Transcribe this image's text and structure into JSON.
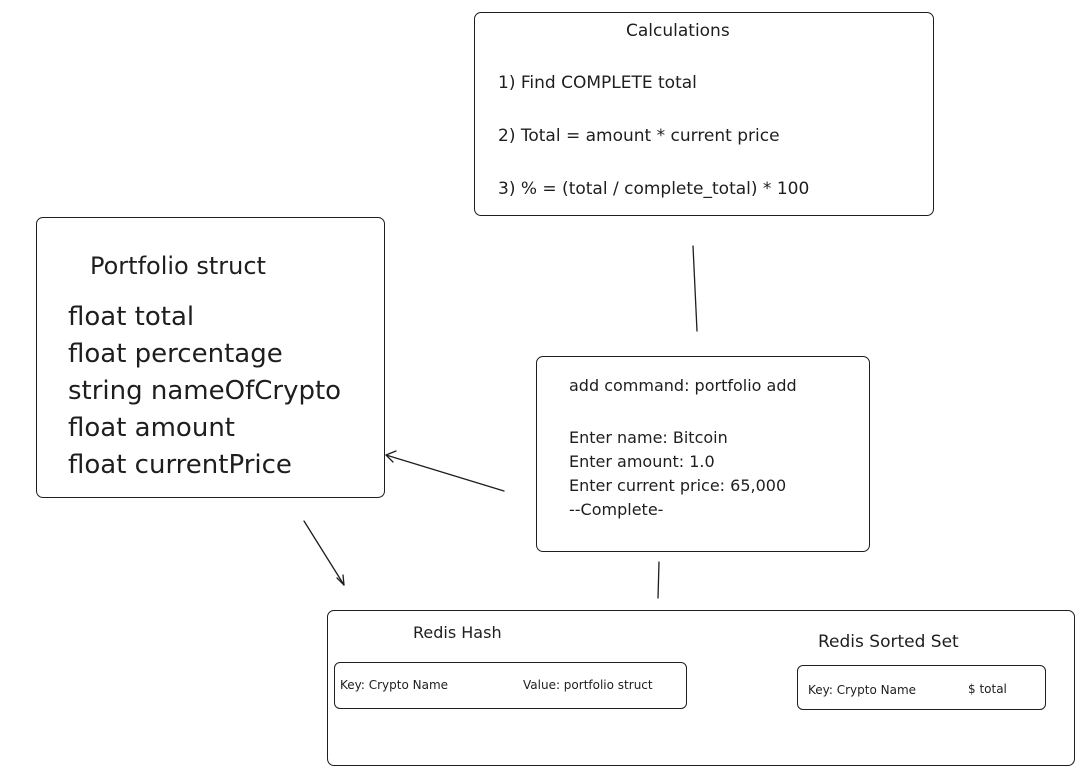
{
  "calculations": {
    "title": "Calculations",
    "steps": [
      "1) Find COMPLETE total",
      "2) Total = amount * current price",
      "3) % = (total / complete_total) * 100"
    ]
  },
  "portfolio_struct": {
    "title": "Portfolio struct",
    "fields": [
      "float total",
      "float percentage",
      "string nameOfCrypto",
      "float amount",
      "float currentPrice"
    ]
  },
  "add_command": {
    "title": "add command: portfolio add",
    "lines": [
      "Enter name: Bitcoin",
      "Enter amount: 1.0",
      "Enter current price: 65,000",
      "--Complete-"
    ]
  },
  "redis_hash": {
    "title": "Redis Hash",
    "key": "Key: Crypto Name",
    "value": "Value: portfolio struct"
  },
  "redis_sorted_set": {
    "title": "Redis Sorted Set",
    "key": "Key: Crypto Name",
    "value": "$ total"
  }
}
